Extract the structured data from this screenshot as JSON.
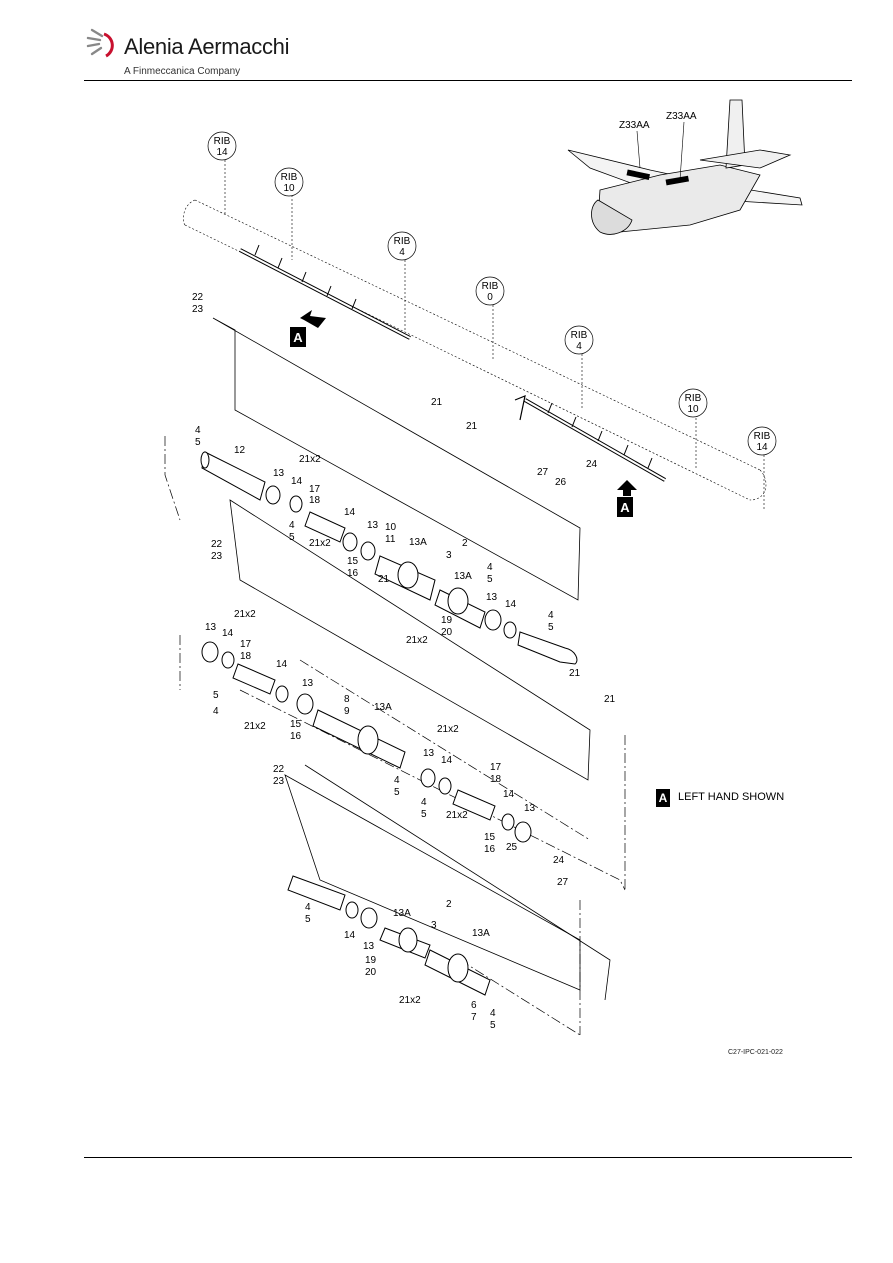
{
  "header": {
    "brand_name": "Alenia Aermacchi",
    "brand_subtitle": "A Finmeccanica Company"
  },
  "aircraft_view": {
    "zone_labels": [
      "Z33AA",
      "Z33AA"
    ]
  },
  "rib_labels": [
    {
      "id": "rib-14-left",
      "line1": "RIB",
      "line2": "14"
    },
    {
      "id": "rib-10-left",
      "line1": "RIB",
      "line2": "10"
    },
    {
      "id": "rib-4-left",
      "line1": "RIB",
      "line2": "4"
    },
    {
      "id": "rib-0",
      "line1": "RIB",
      "line2": "0"
    },
    {
      "id": "rib-4-right",
      "line1": "RIB",
      "line2": "4"
    },
    {
      "id": "rib-10-right",
      "line1": "RIB",
      "line2": "10"
    },
    {
      "id": "rib-14-right",
      "line1": "RIB",
      "line2": "14"
    }
  ],
  "view_marker": "A",
  "legend": {
    "marker": "A",
    "text": "LEFT HAND SHOWN"
  },
  "figure_id": "C27-IPC-021-022",
  "callouts": [
    {
      "text": "22"
    },
    {
      "text": "23"
    },
    {
      "text": "21"
    },
    {
      "text": "21"
    },
    {
      "text": "4"
    },
    {
      "text": "5"
    },
    {
      "text": "12"
    },
    {
      "text": "13"
    },
    {
      "text": "14"
    },
    {
      "text": "21x2"
    },
    {
      "text": "17"
    },
    {
      "text": "18"
    },
    {
      "text": "27"
    },
    {
      "text": "26"
    },
    {
      "text": "24"
    },
    {
      "text": "14"
    },
    {
      "text": "13"
    },
    {
      "text": "10"
    },
    {
      "text": "11"
    },
    {
      "text": "13A"
    },
    {
      "text": "4"
    },
    {
      "text": "5"
    },
    {
      "text": "21x2"
    },
    {
      "text": "15"
    },
    {
      "text": "16"
    },
    {
      "text": "3"
    },
    {
      "text": "2"
    },
    {
      "text": "13A"
    },
    {
      "text": "4"
    },
    {
      "text": "5"
    },
    {
      "text": "22"
    },
    {
      "text": "23"
    },
    {
      "text": "21"
    },
    {
      "text": "13"
    },
    {
      "text": "14"
    },
    {
      "text": "4"
    },
    {
      "text": "5"
    },
    {
      "text": "19"
    },
    {
      "text": "20"
    },
    {
      "text": "21x2"
    },
    {
      "text": "21x2"
    },
    {
      "text": "17"
    },
    {
      "text": "18"
    },
    {
      "text": "13"
    },
    {
      "text": "14"
    },
    {
      "text": "21"
    },
    {
      "text": "21"
    },
    {
      "text": "14"
    },
    {
      "text": "4"
    },
    {
      "text": "5"
    },
    {
      "text": "13"
    },
    {
      "text": "8"
    },
    {
      "text": "9"
    },
    {
      "text": "13A"
    },
    {
      "text": "21x2"
    },
    {
      "text": "15"
    },
    {
      "text": "16"
    },
    {
      "text": "21x2"
    },
    {
      "text": "13"
    },
    {
      "text": "14"
    },
    {
      "text": "17"
    },
    {
      "text": "18"
    },
    {
      "text": "4"
    },
    {
      "text": "5"
    },
    {
      "text": "22"
    },
    {
      "text": "23"
    },
    {
      "text": "4"
    },
    {
      "text": "5"
    },
    {
      "text": "21x2"
    },
    {
      "text": "14"
    },
    {
      "text": "13"
    },
    {
      "text": "15"
    },
    {
      "text": "16"
    },
    {
      "text": "25"
    },
    {
      "text": "24"
    },
    {
      "text": "27"
    },
    {
      "text": "4"
    },
    {
      "text": "5"
    },
    {
      "text": "14"
    },
    {
      "text": "13"
    },
    {
      "text": "13A"
    },
    {
      "text": "3"
    },
    {
      "text": "2"
    },
    {
      "text": "13A"
    },
    {
      "text": "19"
    },
    {
      "text": "20"
    },
    {
      "text": "21x2"
    },
    {
      "text": "6"
    },
    {
      "text": "7"
    },
    {
      "text": "4"
    },
    {
      "text": "5"
    }
  ]
}
